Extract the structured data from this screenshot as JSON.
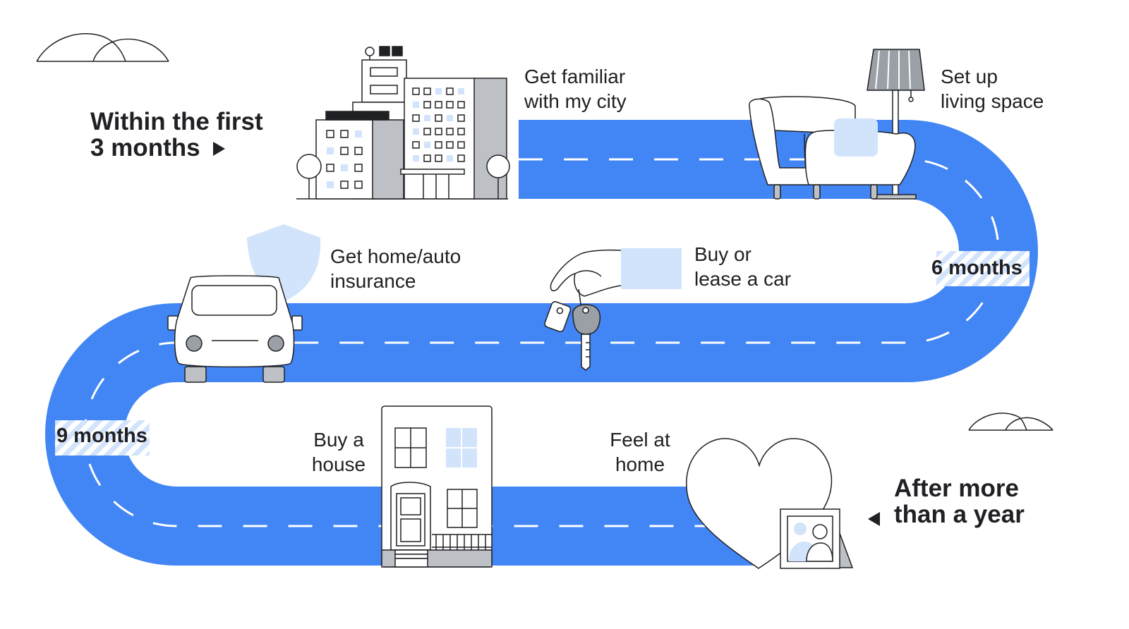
{
  "headings": {
    "start_line1": "Within the first",
    "start_line2": "3 months",
    "end_line1": "After more",
    "end_line2": "than a year"
  },
  "milestones": [
    {
      "line1": "Get familiar",
      "line2": "with my city",
      "icon": "city-buildings-icon"
    },
    {
      "line1": "Set up",
      "line2": "living space",
      "icon": "armchair-lamp-icon"
    },
    {
      "line1": "Get home/auto",
      "line2": "insurance",
      "icon": "car-shield-icon"
    },
    {
      "line1": "Buy or",
      "line2": "lease a car",
      "icon": "hand-car-keys-icon"
    },
    {
      "line1": "Buy a",
      "line2": "house",
      "icon": "house-icon"
    },
    {
      "line1": "Feel at",
      "line2": "home",
      "icon": "heart-photo-icon"
    }
  ],
  "markers": {
    "six_months": "6 months",
    "nine_months": "9 months"
  },
  "colors": {
    "road": "#4285f4",
    "accent_light": "#d2e3fc",
    "outline": "#202124",
    "grey": "#bdc1c6"
  }
}
